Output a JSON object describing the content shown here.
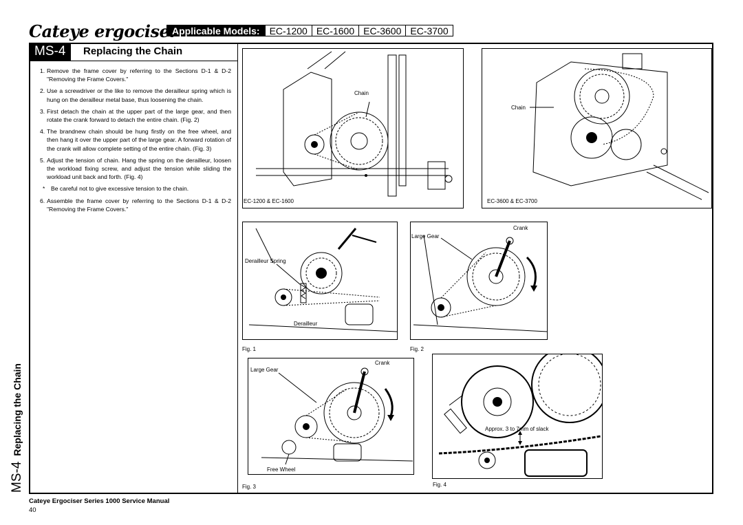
{
  "header": {
    "brand": "Cateye ergociser",
    "models_label": "Applicable Models:",
    "models": [
      "EC-1200",
      "EC-1600",
      "EC-3600",
      "EC-3700"
    ]
  },
  "section": {
    "code": "MS-4",
    "title": "Replacing the Chain"
  },
  "steps": [
    {
      "num": "1.",
      "text": "Remove the frame cover by referring to the Sections D-1 & D-2 \"Removing the Frame Covers.\""
    },
    {
      "num": "2.",
      "text": "Use a screwdriver or the like to remove the derailleur spring which is hung on the derailleur metal base, thus loosening the chain."
    },
    {
      "num": "3.",
      "text": "First detach the chain at the upper part of the large gear, and then rotate the crank forward to detach the entire chain.  (Fig. 2)"
    },
    {
      "num": "4.",
      "text": "The brandnew chain should be hung firstly on the free wheel, and then hang it over the upper part of the large gear.  A forward rotation of the crank will allow complete setting of the entire chain.  (Fig. 3)"
    },
    {
      "num": "5.",
      "text": "Adjust the tension of chain.  Hang the spring on the derailleur, loosen the workload fixing screw, and adjust the tension while sliding the workload unit back and forth.  (Fig. 4)"
    }
  ],
  "note": {
    "mark": "*",
    "text": "Be careful not to give excessive tension to the chain."
  },
  "step6": {
    "num": "6.",
    "text": "Assemble the frame cover by referring to the Sections D-1 & D-2 \"Removing the Frame Covers.\""
  },
  "figures": {
    "top_left": {
      "label_chain": "Chain",
      "caption": "EC-1200 & EC-1600"
    },
    "top_right": {
      "label_chain": "Chain",
      "caption": "EC-3600 & EC-3700"
    },
    "fig1": {
      "label_spring": "Derailleur Spring",
      "label_derailleur": "Derailleur",
      "caption": "Fig. 1"
    },
    "fig2": {
      "label_gear": "Large Gear",
      "label_crank": "Crank",
      "caption": "Fig. 2"
    },
    "fig3": {
      "label_gear": "Large Gear",
      "label_crank": "Crank",
      "label_freewheel": "Free Wheel",
      "caption": "Fig. 3"
    },
    "fig4": {
      "label_slack": "Approx. 3 to 7mm of slack",
      "caption": "Fig. 4"
    }
  },
  "side_label": {
    "code": "MS-4",
    "text": "Replacing the Chain"
  },
  "footer": {
    "title": "Cateye Ergociser Series 1000 Service Manual",
    "page": "40"
  }
}
